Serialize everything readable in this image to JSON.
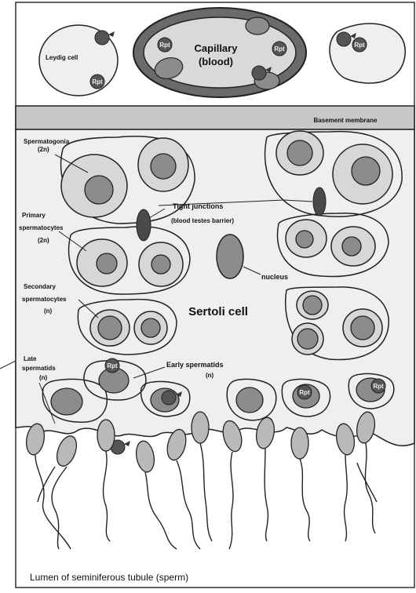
{
  "labels": {
    "leydig": "Leydig cell",
    "capillary_line1": "Capillary",
    "capillary_line2": "(blood)",
    "basement": "Basement membrane",
    "spermatogonia_line1": "Spermatogonia",
    "spermatogonia_line2": "(2n)",
    "tight_line1": "Tight junctions",
    "tight_line2": "(blood testes barrier)",
    "primary_line1": "Primary",
    "primary_line2": "spermatocytes",
    "primary_line3": "(2n)",
    "nucleus": "nucleus",
    "secondary_line1": "Secondary",
    "secondary_line2": "spermatocytes",
    "secondary_line3": "(n)",
    "sertoli": "Sertoli cell",
    "late_line1": "Late",
    "late_line2": "spermatids",
    "late_line3": "(n)",
    "early_line1": "Early spermatids",
    "early_line2": "(n)",
    "lumen": "Lumen of seminiferous tubule (sperm)"
  },
  "tags": {
    "receptor": "Rpt"
  },
  "colors": {
    "cell_fill": "#e9e9e9",
    "cytoplasm_fill": "#d7d7d7",
    "nucleus_fill": "#8c8c8c",
    "capillary_outer": "#6a6a6a",
    "capillary_inner": "#d9d9d9",
    "membrane": "#c8c8c8",
    "sertoli_fill": "#efefef",
    "junction": "#4a4a4a",
    "sperm_head": "#b9b9b9",
    "outline": "#222222"
  }
}
